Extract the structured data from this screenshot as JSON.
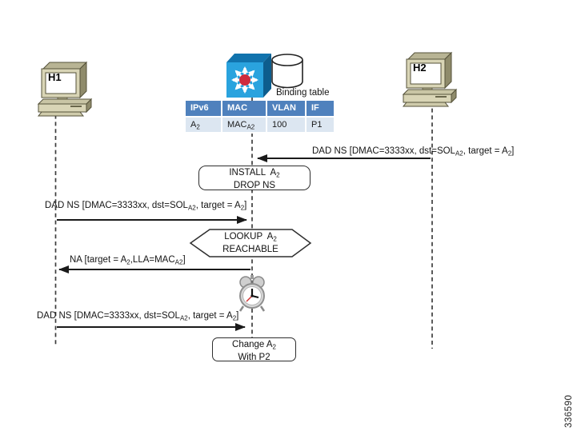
{
  "figure_number": "336590",
  "hosts": {
    "h1": "H1",
    "h2": "H2"
  },
  "binding_table": {
    "label": "Binding table",
    "headers": [
      "IPv6",
      "MAC",
      "VLAN",
      "IF"
    ],
    "row": {
      "ipv6_base": "A",
      "ipv6_sub": "2",
      "mac_base": "MAC",
      "mac_sub": "A2",
      "vlan": "100",
      "if": "P1"
    }
  },
  "messages": {
    "dad_ns": {
      "p1": "DAD NS [DMAC=3333xx, dst=SOL",
      "s1": "A2",
      "p2": ", target = A",
      "s2": "2",
      "p3": "]"
    },
    "na": {
      "p1": "NA [target = A",
      "s1": "2",
      "p2": ",LLA=MAC",
      "s2": "A2",
      "p3": "]"
    }
  },
  "actions": {
    "install": {
      "l1": "INSTALL  A",
      "l1s": "2",
      "l2": "DROP NS"
    },
    "lookup": {
      "l1": "LOOKUP  A",
      "l1s": "2",
      "l2": "REACHABLE"
    },
    "change": {
      "l1": "Change A",
      "l1s": "2",
      "l2": "With P2"
    }
  },
  "icons": {
    "switch": "switch-icon",
    "database": "database-cylinder-icon",
    "host": "workstation-icon",
    "timer": "alarm-clock-icon"
  },
  "colors": {
    "table_header_bg": "#4f81bd",
    "table_row_bg": "#dce6f1",
    "switch_front": "#2aa3de",
    "switch_dark": "#1173ad",
    "switch_hub_red": "#cf2b3d",
    "host_beige": "#d9d5b6",
    "diagram_line": "#1a1a1a"
  }
}
